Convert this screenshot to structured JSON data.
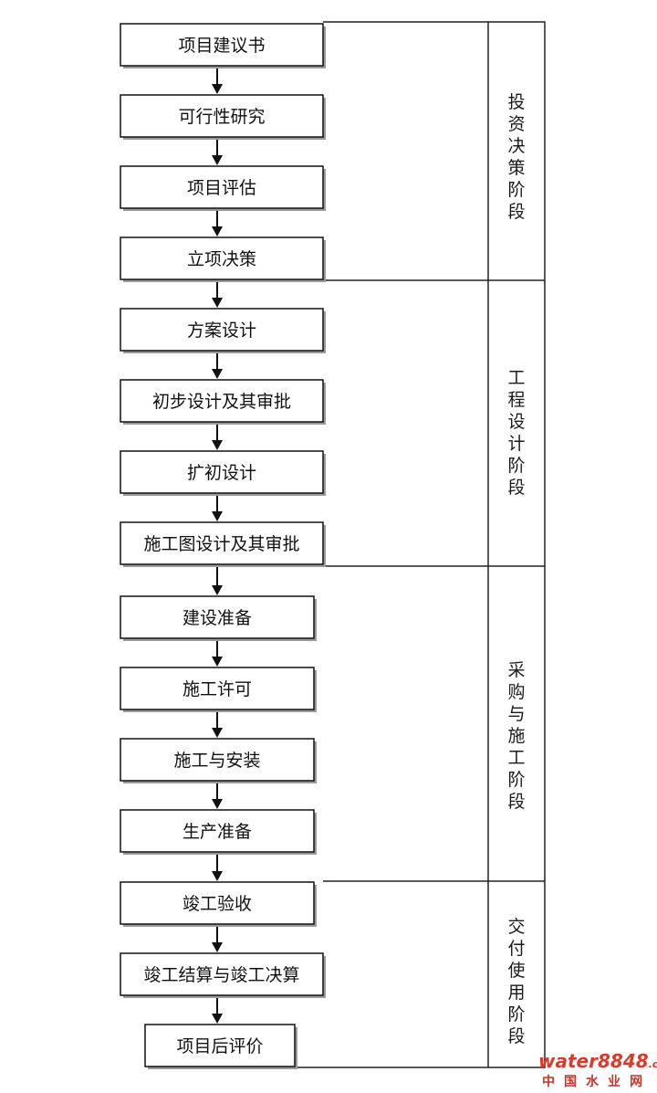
{
  "steps": [
    "项目建议书",
    "可行性研究",
    "项目评估",
    "立项决策",
    "方案设计",
    "初步设计及其审批",
    "扩初设计",
    "施工图设计及其审批",
    "建设准备",
    "施工许可",
    "施工与安装",
    "生产准备",
    "竣工验收",
    "竣工结算与竣工决算",
    "项目后评价"
  ],
  "stages": [
    {
      "label": "投资决策阶段"
    },
    {
      "label": "工程设计阶段"
    },
    {
      "label": "采购与施工阶段"
    },
    {
      "label": "交付使用阶段"
    }
  ],
  "watermark": {
    "logo": "water8848",
    "logo_suffix": ".com",
    "sub": "中国水业网"
  }
}
